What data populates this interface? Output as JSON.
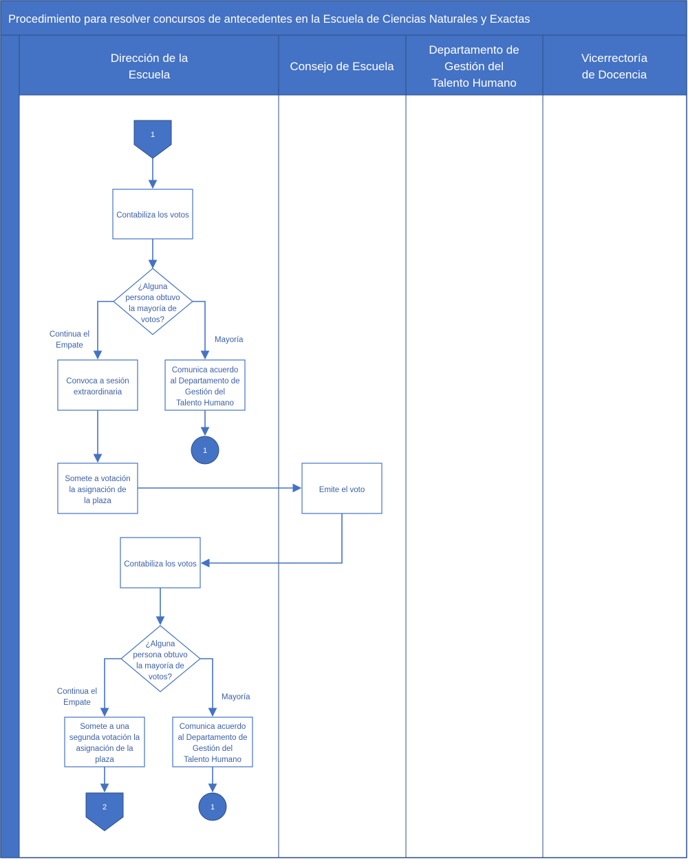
{
  "title": "Procedimiento para resolver concursos de antecedentes en la Escuela de Ciencias Naturales y Exactas",
  "lanes": [
    {
      "id": "direccion",
      "label": "Dirección de la Escuela"
    },
    {
      "id": "consejo",
      "label": "Consejo de Escuela"
    },
    {
      "id": "talento",
      "label": "Departamento de Gestión del Talento Humano"
    },
    {
      "id": "vicerrectoria",
      "label": "Vicerrectoría de Docencia"
    }
  ],
  "nodes": {
    "start_ref": "1",
    "count_votes_1": "Contabiliza los votos",
    "decision_1": "¿Alguna persona obtuvo la mayoría de votos?",
    "extra_session": "Convoca a sesión extraordinaria",
    "communicate_1": "Comunica acuerdo al Departamento de Gestión del Talento Humano",
    "connector_1": "1",
    "submit_vote": "Somete a votación la asignación de la plaza",
    "cast_vote": "Emite el voto",
    "count_votes_2": "Contabiliza los votos",
    "decision_2": "¿Alguna persona obtuvo la mayoría de votos?",
    "second_vote": "Somete a una segunda votación la asignación de la plaza",
    "communicate_2": "Comunica acuerdo al Departamento de Gestión del Talento Humano",
    "connector_2": "1",
    "end_ref": "2"
  },
  "labels": {
    "tie_1": "Continua el Empate",
    "majority_1": "Mayoría",
    "tie_2": "Continua el Empate",
    "majority_2": "Mayoría"
  },
  "colors": {
    "header": "#4472c4",
    "border": "#2e4e87",
    "line": "#4472c4",
    "text": "#3b5fa8"
  }
}
